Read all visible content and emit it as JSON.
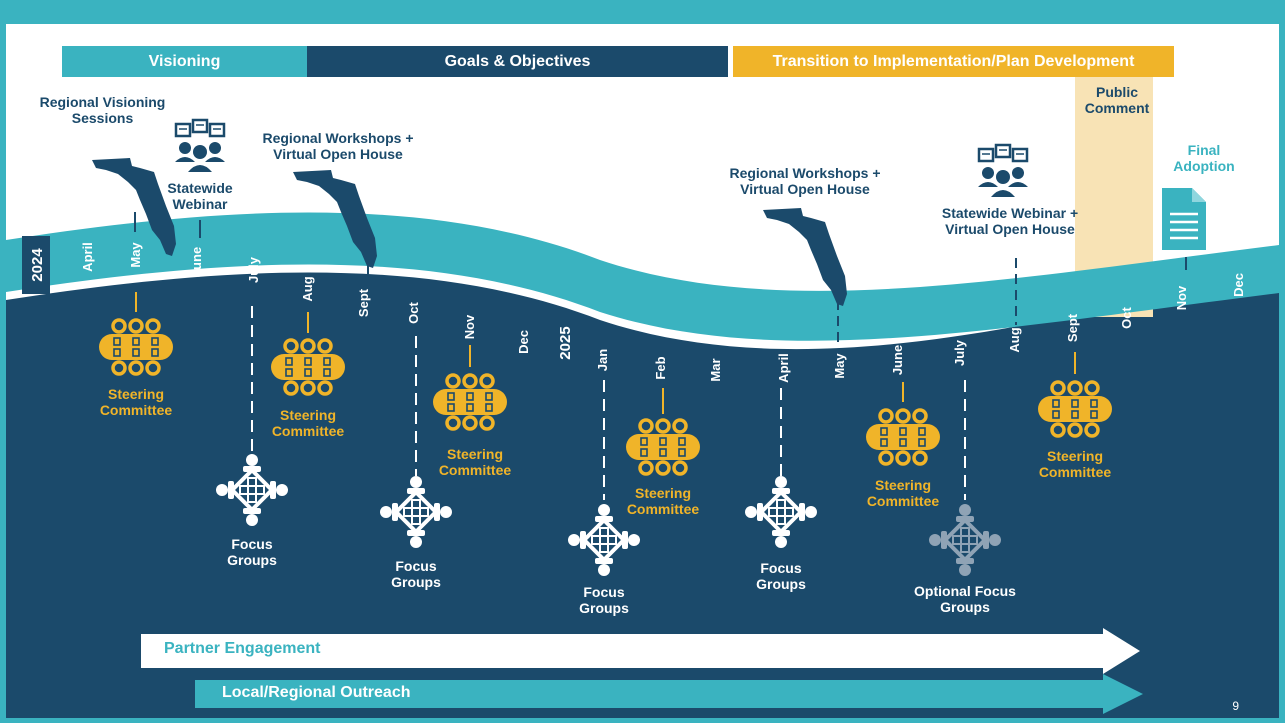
{
  "colors": {
    "teal": "#3ab3c0",
    "navy": "#1b4a6b",
    "gold": "#f0b429",
    "public_comment_band": "#f8e3b5",
    "white": "#ffffff",
    "grey_optional": "#8fa3b5"
  },
  "phases": {
    "visioning": "Visioning",
    "goals": "Goals & Objectives",
    "transition": "Transition to Implementation/Plan Development"
  },
  "years": {
    "y2024": "2024",
    "y2025": "2025"
  },
  "months_2024": [
    "April",
    "May",
    "June",
    "July",
    "Aug",
    "Sept",
    "Oct",
    "Nov",
    "Dec"
  ],
  "months_2025": [
    "Jan",
    "Feb",
    "Mar",
    "April",
    "May",
    "June",
    "July",
    "Aug",
    "Sept",
    "Oct",
    "Nov",
    "Dec"
  ],
  "top_events": {
    "regional_visioning": "Regional Visioning Sessions",
    "webinar_1": "Statewide Webinar",
    "workshops_1": "Regional Workshops + Virtual Open House",
    "workshops_2": "Regional Workshops + Virtual Open House",
    "webinar_2": "Statewide Webinar + Virtual Open House",
    "public_comment": "Public Comment",
    "final_adoption": "Final Adoption"
  },
  "steering": {
    "s1": "Steering Committee",
    "s2": "Steering Committee",
    "s3": "Steering Committee",
    "s4": "Steering Committee",
    "s5": "Steering Committee",
    "s6": "Steering Committee"
  },
  "focus": {
    "f1": "Focus Groups",
    "f2": "Focus Groups",
    "f3": "Focus Groups",
    "f4": "Focus Groups",
    "f5": "Optional Focus Groups"
  },
  "arrows": {
    "partner": "Partner Engagement",
    "outreach": "Local/Regional Outreach"
  },
  "icons": {
    "webinar": "people-speech-bubbles-icon",
    "florida": "florida-map-icon",
    "steering": "conference-table-icon",
    "focus": "focus-group-table-icon",
    "document": "document-icon"
  },
  "page_number": "9"
}
